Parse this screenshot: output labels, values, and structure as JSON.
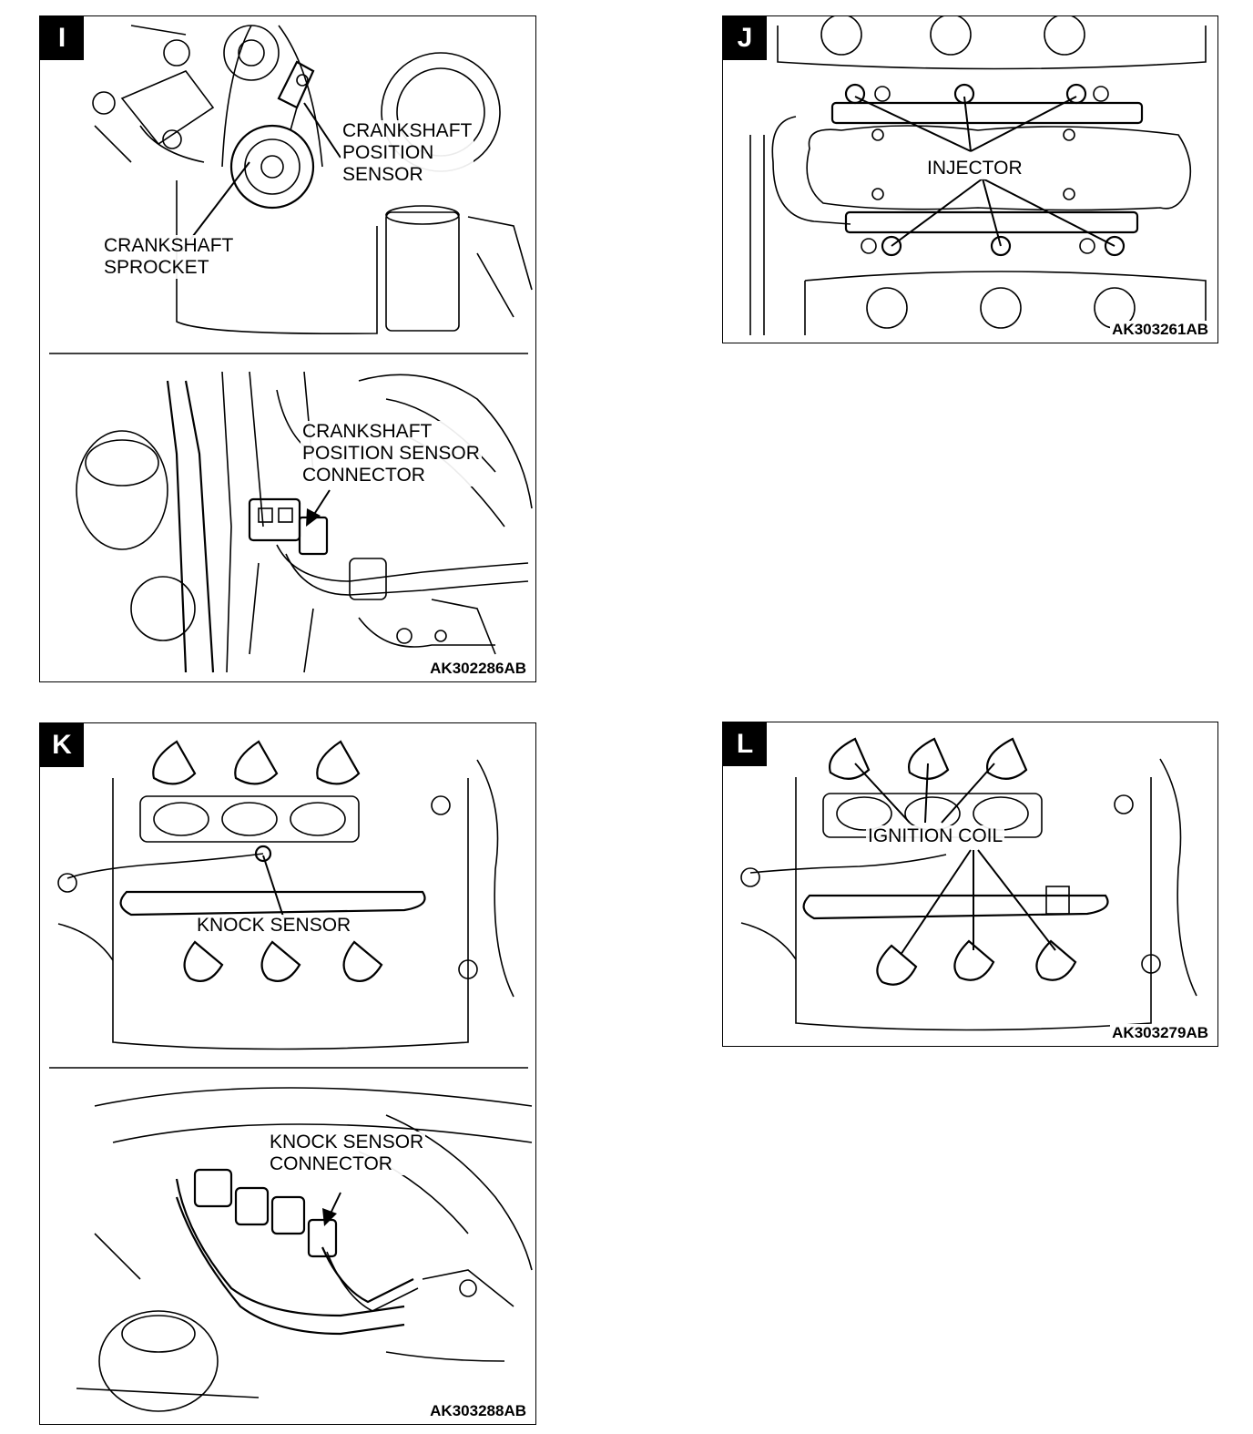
{
  "colors": {
    "ink": "#000000",
    "paper": "#ffffff"
  },
  "panels": {
    "i": {
      "tag": "I",
      "code": "AK302286AB",
      "labels": {
        "crank_sensor": "CRANKSHAFT\nPOSITION\nSENSOR",
        "crank_sprocket": "CRANKSHAFT\nSPROCKET",
        "crank_connector": "CRANKSHAFT\nPOSITION SENSOR\nCONNECTOR"
      }
    },
    "j": {
      "tag": "J",
      "code": "AK303261AB",
      "labels": {
        "injector": "INJECTOR"
      }
    },
    "k": {
      "tag": "K",
      "code": "AK303288AB",
      "labels": {
        "knock_sensor": "KNOCK SENSOR",
        "knock_connector": "KNOCK SENSOR\nCONNECTOR"
      }
    },
    "l": {
      "tag": "L",
      "code": "AK303279AB",
      "labels": {
        "ignition_coil": "IGNITION COIL"
      }
    }
  }
}
